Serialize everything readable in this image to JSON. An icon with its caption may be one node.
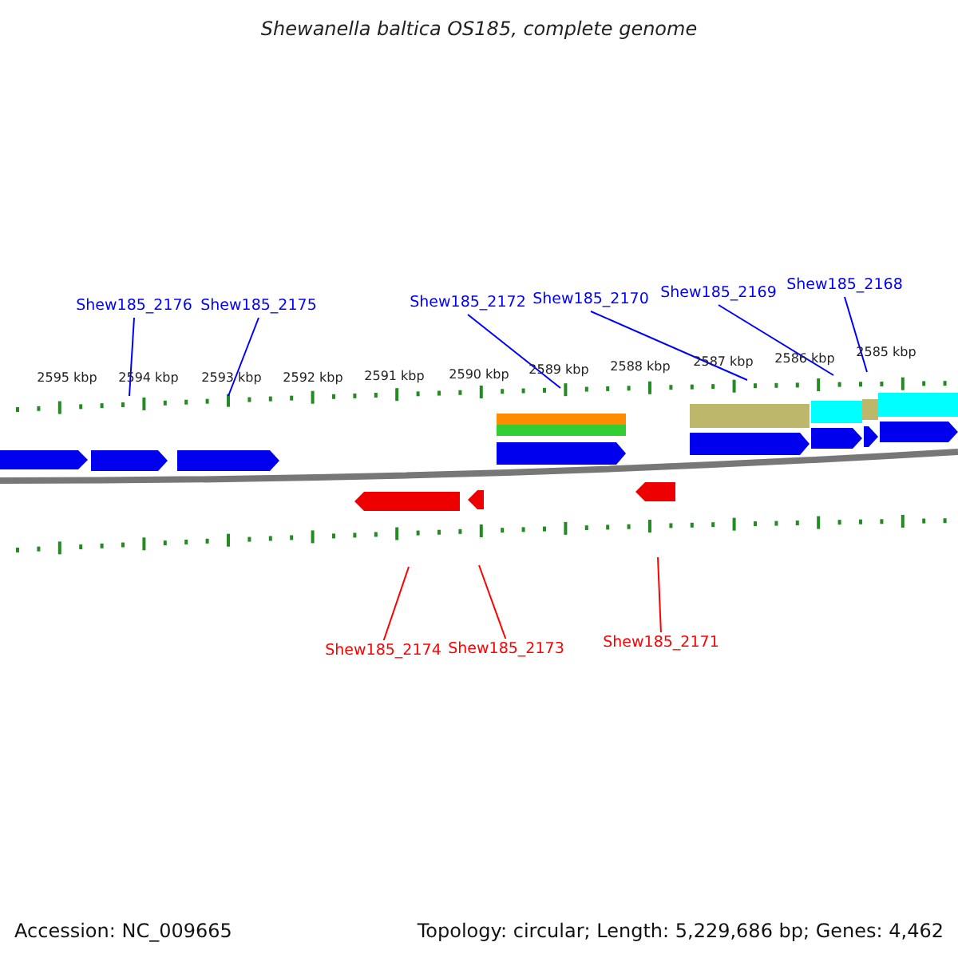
{
  "diagram": {
    "title": "Shewanella baltica OS185, complete genome",
    "nodes": [
      {
        "text": [
          "Shew185_2176"
        ]
      },
      {
        "text": [
          "Shew185_2175"
        ]
      },
      {
        "text": [
          "Shew185_2172"
        ]
      },
      {
        "text": [
          "Shew185_2170"
        ]
      },
      {
        "text": [
          "Shew185_2169"
        ]
      },
      {
        "text": [
          "Shew185_2168"
        ]
      },
      {
        "text": [
          "Shew185_2174"
        ]
      },
      {
        "text": [
          "Shew185_2173"
        ]
      },
      {
        "text": [
          "Shew185_2171"
        ]
      },
      {
        "text": [],
        "shape": "ruler"
      },
      {
        "text": [],
        "shape": "ruler"
      }
    ],
    "edges": [
      {
        "from": 0,
        "to": 9,
        "arrow": "none"
      },
      {
        "from": 1,
        "to": 9,
        "arrow": "none"
      },
      {
        "from": 2,
        "to": 9,
        "arrow": "none"
      },
      {
        "from": 3,
        "to": 9,
        "arrow": "none"
      },
      {
        "from": 4,
        "to": 9,
        "arrow": "none"
      },
      {
        "from": 5,
        "to": 9,
        "arrow": "none"
      },
      {
        "from": 6,
        "to": 10,
        "arrow": "none",
        "color": "#ff0000"
      },
      {
        "from": 7,
        "to": 10,
        "arrow": "none",
        "color": "#ff0000"
      },
      {
        "from": 8,
        "to": 10,
        "arrow": "none",
        "color": "#ff0000"
      }
    ],
    "labels": [
      "2595 kbp",
      "2594 kbp",
      "2593 kbp",
      "2592 kbp",
      "2591 kbp",
      "2590 kbp",
      "2589 kbp",
      "2588 kbp",
      "2587 kbp",
      "2586 kbp",
      "2585 kbp",
      "Accession: NC_009665",
      "Topology: circular; Length: 5,229,686 bp; Genes: 4,462"
    ]
  }
}
